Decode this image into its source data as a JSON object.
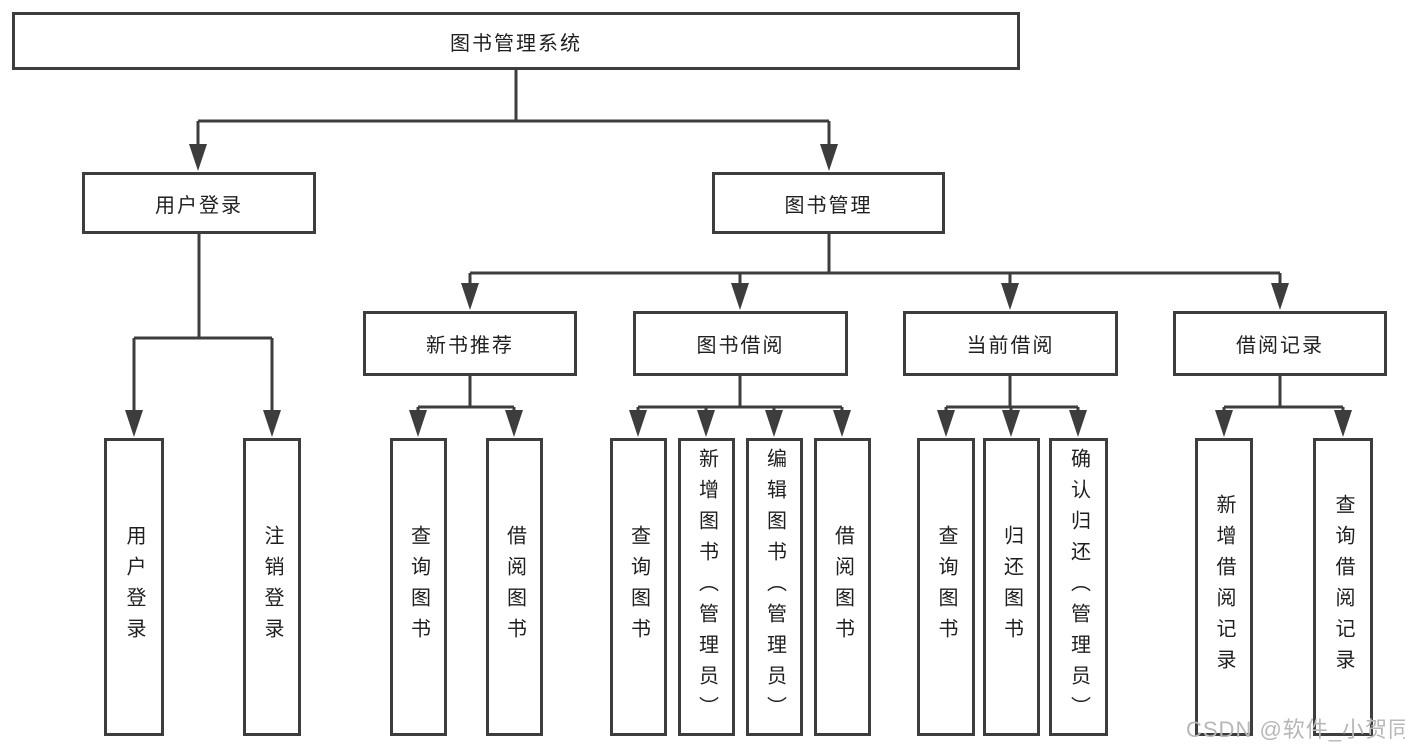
{
  "tree": {
    "root": {
      "label": "图书管理系统",
      "children": [
        {
          "label": "用户登录",
          "children": [
            {
              "label": "用户登录"
            },
            {
              "label": "注销登录"
            }
          ]
        },
        {
          "label": "图书管理",
          "children": [
            {
              "label": "新书推荐",
              "children": [
                {
                  "label": "查询图书"
                },
                {
                  "label": "借阅图书"
                }
              ]
            },
            {
              "label": "图书借阅",
              "children": [
                {
                  "label": "查询图书"
                },
                {
                  "label": "新增图书（管理员）"
                },
                {
                  "label": "编辑图书（管理员）"
                },
                {
                  "label": "借阅图书"
                }
              ]
            },
            {
              "label": "当前借阅",
              "children": [
                {
                  "label": "查询图书"
                },
                {
                  "label": "归还图书"
                },
                {
                  "label": "确认归还（管理员）"
                }
              ]
            },
            {
              "label": "借阅记录",
              "children": [
                {
                  "label": "新增借阅记录"
                },
                {
                  "label": "查询借阅记录"
                }
              ]
            }
          ]
        }
      ]
    }
  },
  "watermark": "CSDN @软件_小贺同学",
  "colors": {
    "line": "#3d3d3d",
    "text": "#1f1f1f",
    "watermark": "#b7b7b7",
    "background": "#ffffff"
  }
}
